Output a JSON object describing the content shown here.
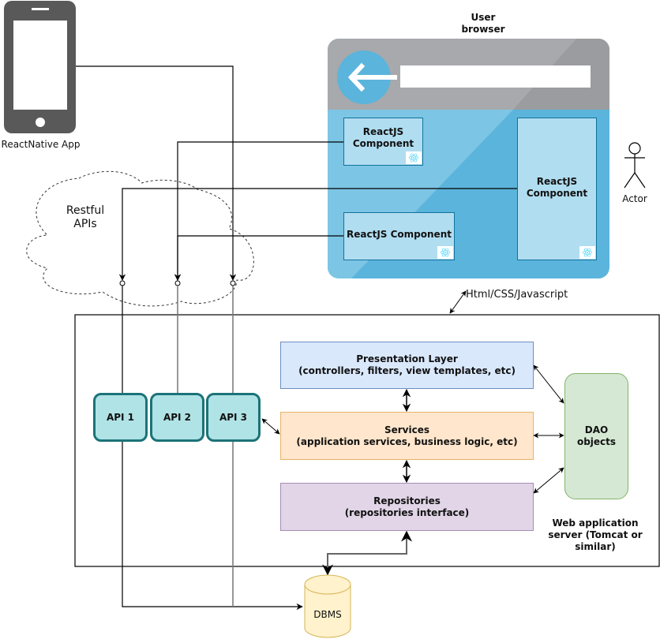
{
  "mobile": {
    "label": "ReactNative App",
    "icon": "smartphone-icon"
  },
  "browser": {
    "title": "User\nbrowser",
    "title_line1": "User",
    "title_line2": "browser",
    "back_icon": "arrow-left-icon",
    "address_bar_value": "",
    "components": [
      {
        "label_line1": "ReactJS",
        "label_line2": "Component",
        "icon": "react-icon"
      },
      {
        "label_line1": "ReactJS Component",
        "label_line2": "",
        "icon": "react-icon"
      },
      {
        "label_line1": "ReactJS",
        "label_line2": "Component",
        "icon": "react-icon"
      }
    ],
    "colors": {
      "chrome": "#a7a9ac",
      "body": "#5bb4db",
      "component": "#b1ddf0",
      "border": "#10739e"
    }
  },
  "actor": {
    "label": "Actor",
    "icon": "stick-figure-icon"
  },
  "cloud": {
    "label_line1": "Restful",
    "label_line2": "APIs"
  },
  "protocol_label": "Html/CSS/Javascript",
  "server": {
    "label_line1": "Web application",
    "label_line2": "server (Tomcat or",
    "label_line3": "similar)",
    "apis": [
      {
        "label": "API 1"
      },
      {
        "label": "API 2"
      },
      {
        "label": "API 3"
      }
    ],
    "layers": {
      "presentation": {
        "title": "Presentation Layer",
        "subtitle": "(controllers, filters, view templates, etc)",
        "color": "#dae8fc"
      },
      "services": {
        "title": "Services",
        "subtitle": "(application services, business logic, etc)",
        "color": "#ffe6cc"
      },
      "repositories": {
        "title": "Repositories",
        "subtitle": "(repositories interface)",
        "color": "#e1d5e7"
      }
    },
    "dao": {
      "label_line1": "DAO",
      "label_line2": "objects",
      "color": "#d5e8d4"
    }
  },
  "database": {
    "label": "DBMS",
    "color": "#fff2cc"
  }
}
